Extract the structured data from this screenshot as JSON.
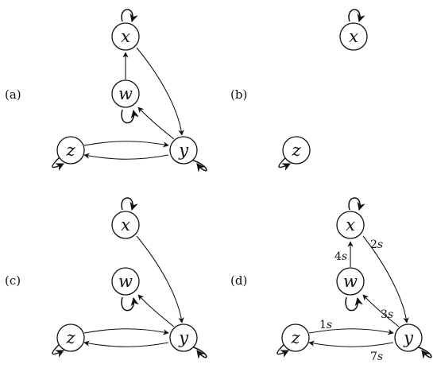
{
  "panels": [
    {
      "id": "a",
      "label": "(a)",
      "nodes": {
        "x": "x",
        "w": "w",
        "z": "z",
        "y": "y"
      },
      "self_loops": [
        "x",
        "w",
        "z",
        "y"
      ],
      "edges": [
        {
          "from": "w",
          "to": "x"
        },
        {
          "from": "x",
          "to": "y"
        },
        {
          "from": "y",
          "to": "w"
        },
        {
          "from": "z",
          "to": "y"
        },
        {
          "from": "y",
          "to": "z"
        }
      ]
    },
    {
      "id": "b",
      "label": "(b)",
      "nodes": {
        "x": "x",
        "z": "z"
      },
      "self_loops": [
        "x",
        "z"
      ],
      "edges": []
    },
    {
      "id": "c",
      "label": "(c)",
      "nodes": {
        "x": "x",
        "w": "w",
        "z": "z",
        "y": "y"
      },
      "self_loops": [
        "x",
        "w",
        "z",
        "y"
      ],
      "edges": [
        {
          "from": "x",
          "to": "y"
        },
        {
          "from": "y",
          "to": "w"
        },
        {
          "from": "z",
          "to": "y"
        },
        {
          "from": "y",
          "to": "z"
        }
      ]
    },
    {
      "id": "d",
      "label": "(d)",
      "nodes": {
        "x": "x",
        "w": "w",
        "z": "z",
        "y": "y"
      },
      "self_loops": [
        "x",
        "w",
        "z",
        "y"
      ],
      "edges": [
        {
          "from": "w",
          "to": "x",
          "label": "4s"
        },
        {
          "from": "x",
          "to": "y",
          "label": "2s"
        },
        {
          "from": "y",
          "to": "w",
          "label": "3s"
        },
        {
          "from": "z",
          "to": "y",
          "label": "1s"
        },
        {
          "from": "y",
          "to": "z",
          "label": "7s"
        }
      ]
    }
  ],
  "edge_label_values": {
    "d_w_x": "4",
    "d_x_y": "2",
    "d_y_w": "3",
    "d_z_y": "1",
    "d_y_z": "7",
    "unit": "s"
  }
}
